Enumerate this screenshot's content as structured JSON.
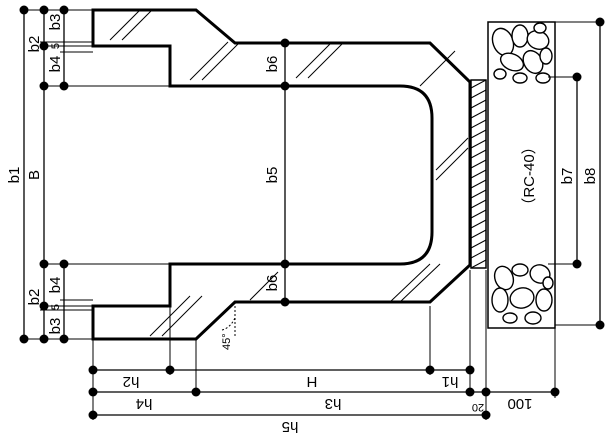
{
  "labels": {
    "b1": "b1",
    "B": "B",
    "b2_top": "b2",
    "b3_top": "b3",
    "b5_top": "5",
    "b4_top": "b4",
    "b2_bottom": "b2",
    "b3_bottom": "b3",
    "b5_bottom": "5",
    "b4_bottom": "b4",
    "b5": "b5",
    "b6_top": "b6",
    "b6_bottom": "b6",
    "b7": "b7",
    "b8": "b8",
    "rc": "（RC-40）",
    "angle": "45°",
    "h2": "h2",
    "H": "H",
    "h1": "h1",
    "h4": "h4",
    "h3": "h3",
    "h5": "h5",
    "d20": "20",
    "d100": "100"
  }
}
